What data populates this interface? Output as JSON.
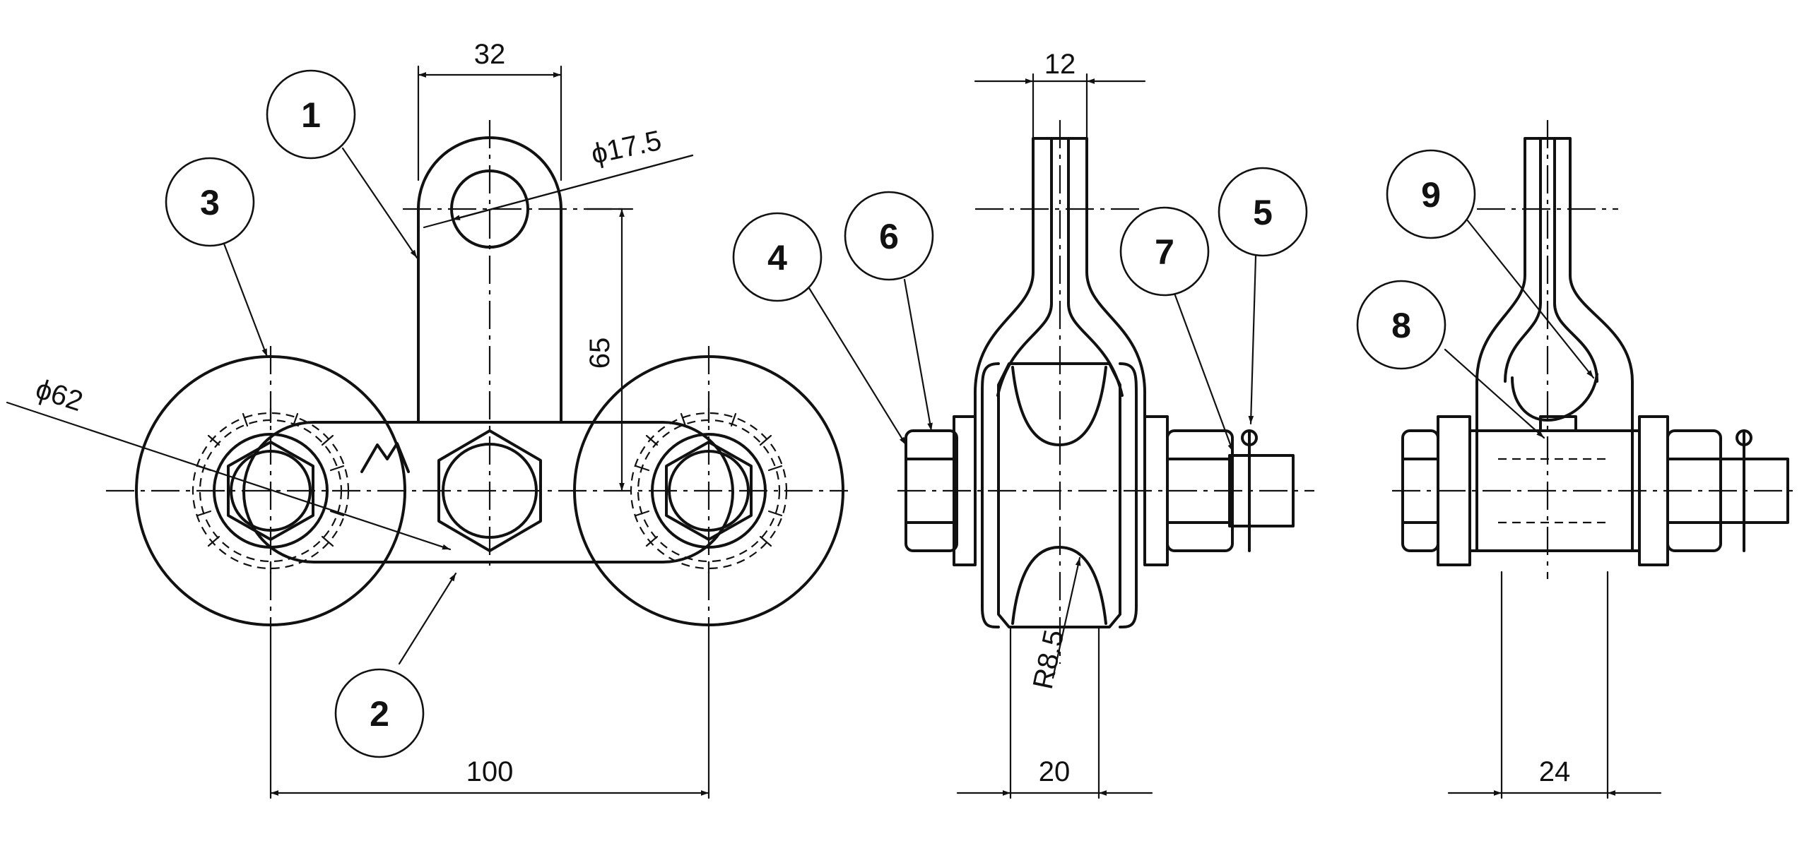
{
  "dimensions": {
    "lug_width": "32",
    "hole_diameter": "ϕ17.5",
    "wheel_diameter": "ϕ62",
    "lug_height": "65",
    "wheel_spacing": "100",
    "lug_thickness": "12",
    "groove_radius": "R8.5",
    "wheel_width": "20",
    "clevis_width": "24"
  },
  "balloons": [
    "1",
    "2",
    "3",
    "4",
    "5",
    "6",
    "7",
    "8",
    "9"
  ]
}
